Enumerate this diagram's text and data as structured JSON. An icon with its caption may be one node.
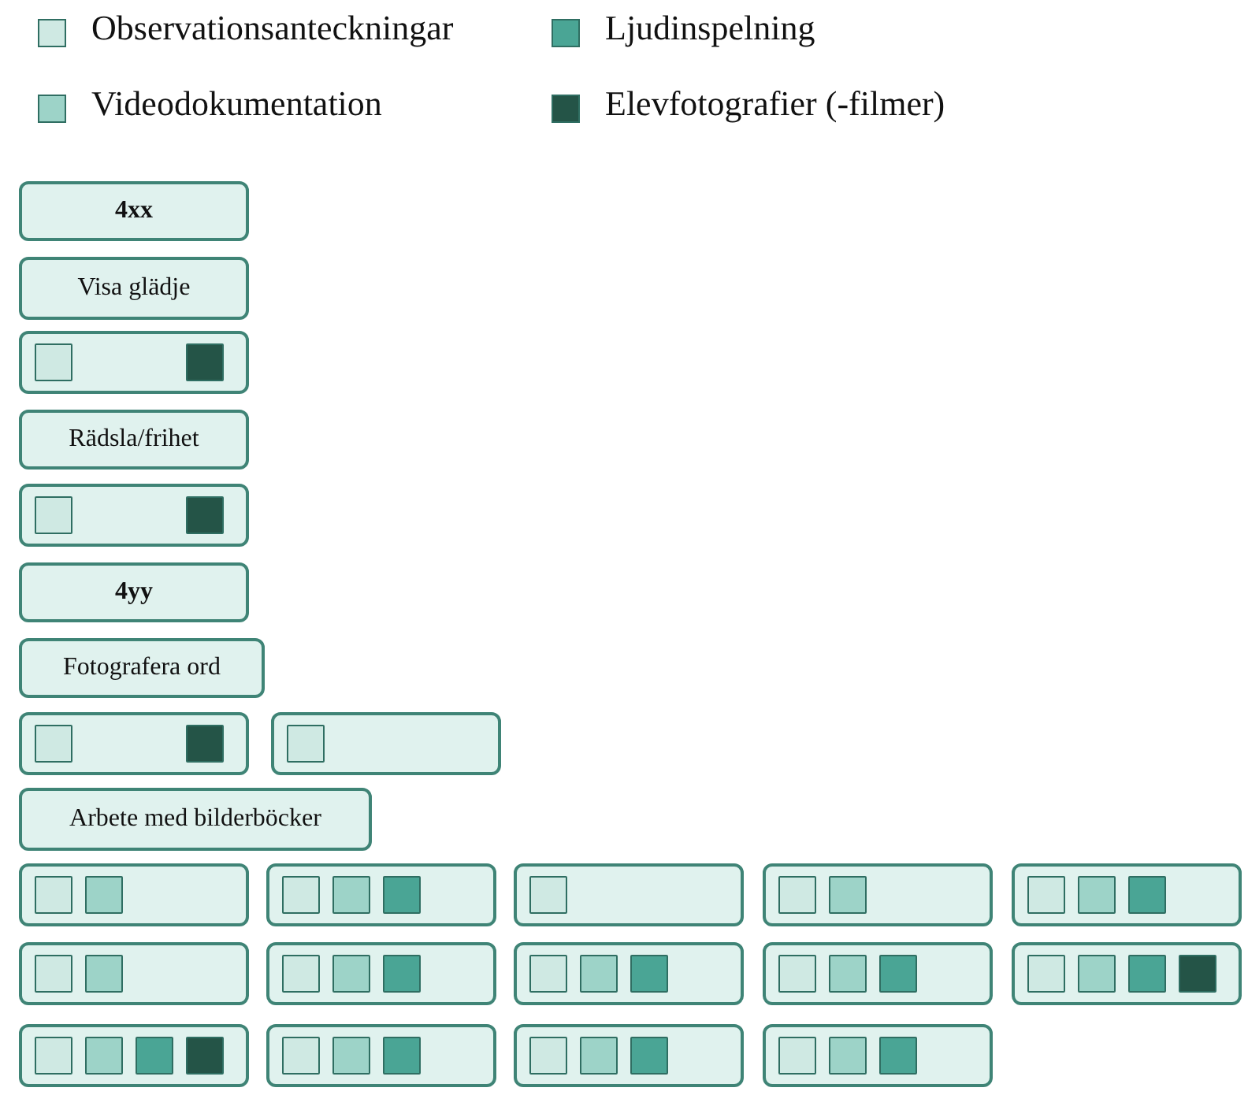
{
  "diagram": {
    "nodes": [
      {
        "text": [
          "4xx"
        ]
      },
      {
        "text": [
          "Visa glädje"
        ]
      },
      {
        "text": [],
        "shape": "box"
      },
      {
        "text": [],
        "shape": "box",
        "in": 2
      },
      {
        "text": [],
        "shape": "box",
        "in": 2
      },
      {
        "text": [
          "Rädsla/frihet"
        ]
      },
      {
        "text": [],
        "shape": "box"
      },
      {
        "text": [],
        "shape": "box",
        "in": 6
      },
      {
        "text": [],
        "shape": "box",
        "in": 6
      },
      {
        "text": [
          "4yy"
        ]
      },
      {
        "text": [
          "Fotografera ord"
        ]
      },
      {
        "text": [],
        "shape": "box"
      },
      {
        "text": [],
        "shape": "box",
        "in": 11
      },
      {
        "text": [],
        "shape": "box",
        "in": 11
      },
      {
        "text": [],
        "shape": "box"
      },
      {
        "text": [],
        "shape": "box",
        "in": 14
      },
      {
        "text": [
          "Arbete med bilderböcker"
        ]
      },
      {
        "text": [],
        "shape": "box"
      },
      {
        "text": [],
        "shape": "box",
        "in": 17
      },
      {
        "text": [],
        "shape": "box",
        "in": 17
      },
      {
        "text": [],
        "shape": "box"
      },
      {
        "text": [],
        "shape": "box",
        "in": 20
      },
      {
        "text": [],
        "shape": "box",
        "in": 20
      },
      {
        "text": [],
        "shape": "box",
        "in": 20
      },
      {
        "text": [],
        "shape": "box"
      },
      {
        "text": [],
        "shape": "box",
        "in": 24
      },
      {
        "text": [],
        "shape": "box"
      },
      {
        "text": [],
        "shape": "box",
        "in": 26
      },
      {
        "text": [],
        "shape": "box",
        "in": 26
      },
      {
        "text": [],
        "shape": "box"
      },
      {
        "text": [],
        "shape": "box",
        "in": 29
      },
      {
        "text": [],
        "shape": "box",
        "in": 29
      },
      {
        "text": [],
        "shape": "box",
        "in": 29
      },
      {
        "text": [],
        "shape": "box"
      },
      {
        "text": [],
        "shape": "box",
        "in": 33
      },
      {
        "text": [],
        "shape": "box",
        "in": 33
      },
      {
        "text": [],
        "shape": "box"
      },
      {
        "text": [],
        "shape": "box",
        "in": 36
      },
      {
        "text": [],
        "shape": "box",
        "in": 36
      },
      {
        "text": [],
        "shape": "box",
        "in": 36
      },
      {
        "text": [],
        "shape": "box"
      },
      {
        "text": [],
        "shape": "box",
        "in": 40
      },
      {
        "text": [],
        "shape": "box",
        "in": 40
      },
      {
        "text": [],
        "shape": "box",
        "in": 40
      },
      {
        "text": [],
        "shape": "box"
      },
      {
        "text": [],
        "shape": "box",
        "in": 44
      },
      {
        "text": [],
        "shape": "box",
        "in": 44
      },
      {
        "text": [],
        "shape": "box",
        "in": 44
      },
      {
        "text": [],
        "shape": "box"
      },
      {
        "text": [],
        "shape": "box",
        "in": 48
      },
      {
        "text": [],
        "shape": "box",
        "in": 48
      },
      {
        "text": [],
        "shape": "box",
        "in": 48
      },
      {
        "text": [],
        "shape": "box",
        "in": 48
      },
      {
        "text": [],
        "shape": "box"
      },
      {
        "text": [],
        "shape": "box",
        "in": 53
      },
      {
        "text": [],
        "shape": "box",
        "in": 53
      },
      {
        "text": [],
        "shape": "box",
        "in": 53
      },
      {
        "text": [],
        "shape": "box",
        "in": 53
      },
      {
        "text": [],
        "shape": "box"
      },
      {
        "text": [],
        "shape": "box",
        "in": 58
      },
      {
        "text": [],
        "shape": "box",
        "in": 58
      },
      {
        "text": [],
        "shape": "box",
        "in": 58
      },
      {
        "text": [],
        "shape": "box"
      },
      {
        "text": [],
        "shape": "box",
        "in": 62
      },
      {
        "text": [],
        "shape": "box",
        "in": 62
      },
      {
        "text": [],
        "shape": "box",
        "in": 62
      },
      {
        "text": [],
        "shape": "box"
      },
      {
        "text": [],
        "shape": "box",
        "in": 66
      },
      {
        "text": [],
        "shape": "box",
        "in": 66
      },
      {
        "text": [],
        "shape": "box",
        "in": 66
      }
    ],
    "edges": [],
    "legend": [
      {
        "text": "Observationsanteckningar",
        "color": "#cfe9e3"
      },
      {
        "text": "Ljudinspelning",
        "color": "#4aa595"
      },
      {
        "text": "Videodokumentation",
        "color": "#9dd3c8"
      },
      {
        "text": "Elevfotografier (-filmer)",
        "color": "#245447"
      }
    ]
  }
}
